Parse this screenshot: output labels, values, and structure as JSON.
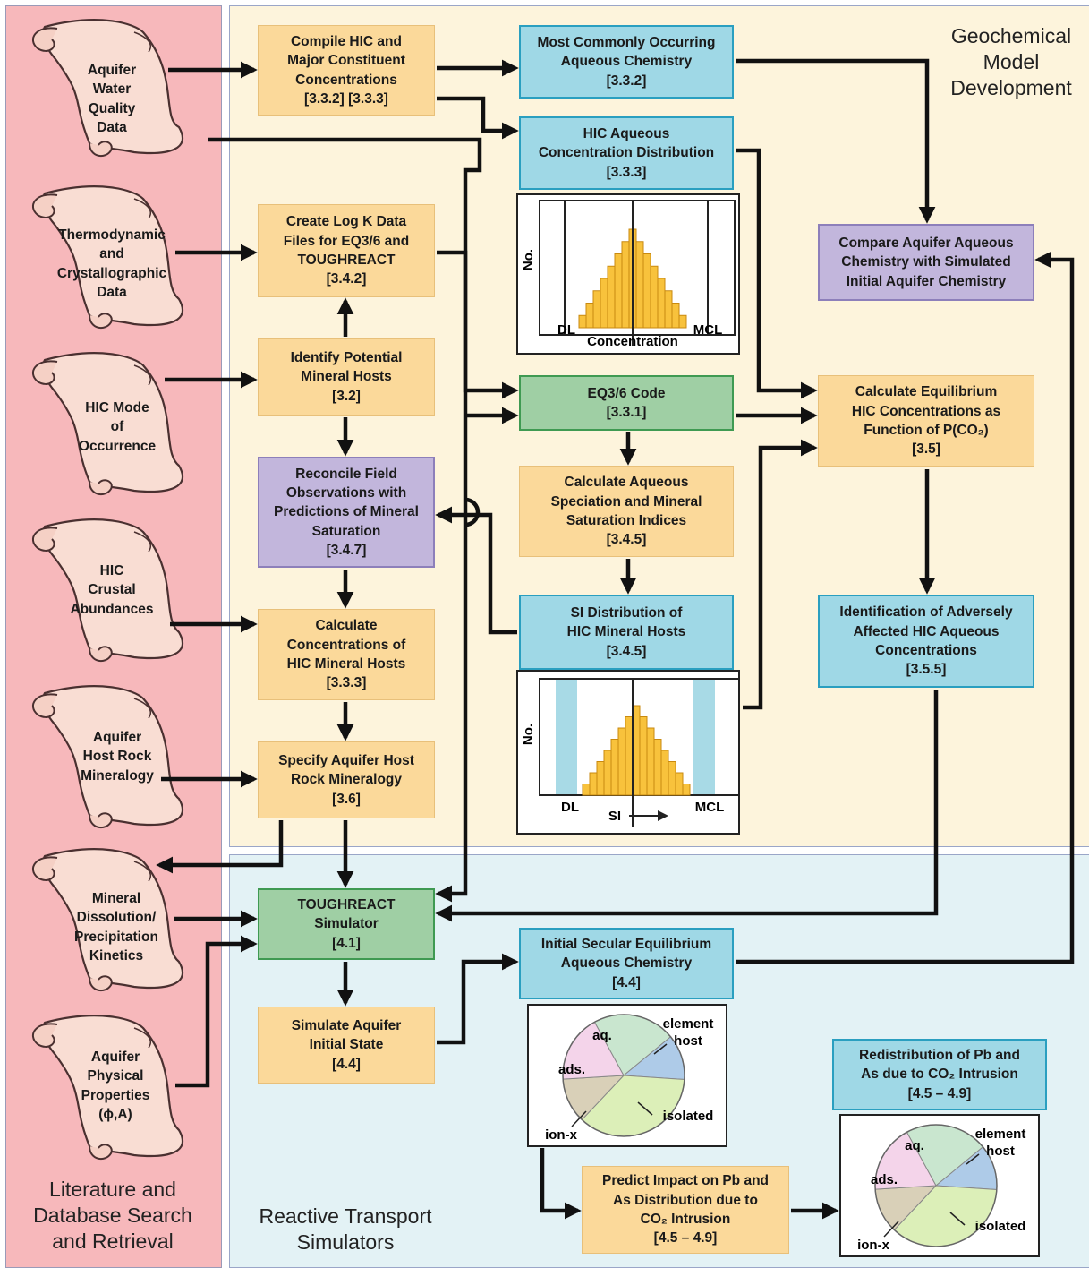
{
  "regions": {
    "literature": [
      "Literature and",
      "Database Search",
      "and Retrieval"
    ],
    "geochemical": [
      "Geochemical",
      "Model",
      "Development"
    ],
    "reactive": [
      "Reactive Transport",
      "Simulators"
    ]
  },
  "scrolls": {
    "water_quality": [
      "Aquifer",
      "Water",
      "Quality",
      "Data"
    ],
    "thermo": [
      "Thermodynamic",
      "and",
      "Crystallographic",
      "Data"
    ],
    "mode": [
      "HIC Mode",
      "of",
      "Occurrence"
    ],
    "crustal": [
      "HIC",
      "Crustal",
      "Abundances"
    ],
    "host_rock": [
      "Aquifer",
      "Host Rock",
      "Mineralogy"
    ],
    "kinetics": [
      "Mineral",
      "Dissolution/",
      "Precipitation",
      "Kinetics"
    ],
    "physical": [
      "Aquifer",
      "Physical",
      "Properties",
      "(ϕ,A)"
    ]
  },
  "boxes": {
    "compile": [
      "Compile HIC and",
      "Major Constituent",
      "Concentrations",
      "[3.3.2] [3.3.3]"
    ],
    "most_common": [
      "Most Commonly Occurring",
      "Aqueous Chemistry",
      "[3.3.2]"
    ],
    "hic_dist": [
      "HIC Aqueous",
      "Concentration Distribution",
      "[3.3.3]"
    ],
    "logk": [
      "Create Log K Data",
      "Files for EQ3/6 and",
      "TOUGHREACT",
      "[3.4.2]"
    ],
    "compare": [
      "Compare Aquifer Aqueous",
      "Chemistry with Simulated",
      "Initial Aquifer Chemistry"
    ],
    "identify_hosts": [
      "Identify Potential",
      "Mineral Hosts",
      "[3.2]"
    ],
    "eq36": [
      "EQ3/6 Code",
      "[3.3.1]"
    ],
    "calc_eq": [
      "Calculate Equilibrium",
      "HIC Concentrations as",
      "Function of P(CO₂)",
      "[3.5]"
    ],
    "reconcile": [
      "Reconcile Field",
      "Observations with",
      "Predictions of Mineral",
      "Saturation",
      "[3.4.7]"
    ],
    "speciation": [
      "Calculate Aqueous",
      "Speciation and Mineral",
      "Saturation Indices",
      "[3.4.5]"
    ],
    "si_dist": [
      "SI Distribution of",
      "HIC Mineral Hosts",
      "[3.4.5]"
    ],
    "adverse": [
      "Identification of Adversely",
      "Affected HIC Aqueous",
      "Concentrations",
      "[3.5.5]"
    ],
    "calc_conc": [
      "Calculate",
      "Concentrations of",
      "HIC Mineral Hosts",
      "[3.3.3]"
    ],
    "specify": [
      "Specify Aquifer Host",
      "Rock Mineralogy",
      "[3.6]"
    ],
    "toughreact": [
      "TOUGHREACT",
      "Simulator",
      "[4.1]"
    ],
    "secular": [
      "Initial Secular Equilibrium",
      "Aqueous Chemistry",
      "[4.4]"
    ],
    "simulate": [
      "Simulate Aquifer",
      "Initial State",
      "[4.4]"
    ],
    "redistribution": [
      "Redistribution of Pb and",
      "As due to CO₂ Intrusion",
      "[4.5 – 4.9]"
    ],
    "predict": [
      "Predict Impact on Pb and",
      "As Distribution due to",
      "CO₂ Intrusion",
      "[4.5 – 4.9]"
    ]
  },
  "chart_data": [
    {
      "type": "bar",
      "xlabel": "Concentration",
      "ylabel": "No.",
      "markers": [
        "DL",
        "MCL"
      ],
      "values": [
        1,
        2,
        3,
        4,
        5,
        6,
        7,
        8,
        7,
        6,
        5,
        4,
        3,
        2,
        1
      ]
    },
    {
      "type": "bar",
      "xlabel": "SI",
      "ylabel": "No.",
      "markers": [
        "DL",
        "MCL"
      ],
      "values": [
        1,
        2,
        3,
        4,
        5,
        6,
        7,
        8,
        7,
        6,
        5,
        4,
        3,
        2,
        1
      ]
    },
    {
      "type": "pie",
      "categories": [
        "aq.",
        "element host",
        "isolated",
        "ion-x",
        "ads."
      ],
      "labels": [
        "aq.",
        "element",
        "host",
        "isolated",
        "ion-x",
        "ads."
      ],
      "values": [
        22,
        12,
        36,
        12,
        18
      ],
      "colors": [
        "#c9e6cf",
        "#aecbe8",
        "#dcefb8",
        "#d9d0b8",
        "#f4d4ea"
      ]
    },
    {
      "type": "pie",
      "categories": [
        "aq.",
        "element host",
        "isolated",
        "ion-x",
        "ads."
      ],
      "labels": [
        "aq.",
        "element",
        "host",
        "isolated",
        "ion-x",
        "ads."
      ],
      "values": [
        22,
        12,
        36,
        12,
        18
      ],
      "colors": [
        "#c9e6cf",
        "#aecbe8",
        "#dcefb8",
        "#d9d0b8",
        "#f4d4ea"
      ]
    }
  ]
}
